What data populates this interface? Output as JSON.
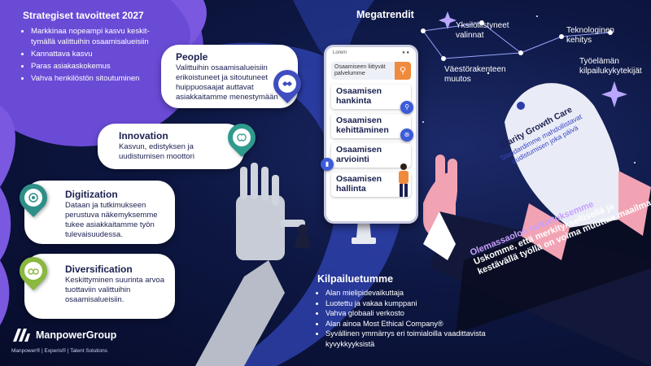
{
  "strategic_goals": {
    "title": "Strategiset tavoitteet 2027",
    "items": [
      "Markkinaa nopeampi kasvu keskit-tymällä valittuihin osaamisalueisiin",
      "Kannattava kasvu",
      "Paras asiakaskokemus",
      "Vahva henkilöstön sitoutuminen"
    ]
  },
  "pillars": {
    "people": {
      "title": "People",
      "desc": "Valittuihin osaamisalueisiin erikoistuneet ja sitoutuneet huippuosaajat auttavat asiakkaitamme menestymään",
      "icon": "handshake-icon",
      "color": "#3f4dc0"
    },
    "innovation": {
      "title": "Innovation",
      "desc": "Kasvun, edistyksen ja uudistumisen moottori",
      "icon": "brain-icon",
      "color": "#2f9a8e"
    },
    "digitization": {
      "title": "Digitization",
      "desc": "Dataan ja tutkimukseen perustuva näkemyksemme tukee asiakkaitamme työn tulevaisuudessa.",
      "icon": "head-gear-icon",
      "color": "#2e8f88"
    },
    "diversification": {
      "title": "Diversification",
      "desc": "Keskittyminen suurinta arvoa tuottaviin valittuihin osaamisalueisiin.",
      "icon": "binoculars-icon",
      "color": "#8ab840"
    }
  },
  "megatrends": {
    "title": "Megatrendit",
    "items": [
      "Yksilöllistyneet valinnat",
      "Teknologinen kehitys",
      "Väestörakenteen muutos",
      "Työelämän kilpailukykytekijät"
    ]
  },
  "phone": {
    "brand": "Lorem",
    "search_text": "Osaamiseen liittyvät palvelumme",
    "items": [
      "Osaamisen hankinta",
      "Osaamisen kehittäminen",
      "Osaamisen arviointi",
      "Osaamisen hallinta"
    ]
  },
  "rocket": {
    "title": "Clarity Growth Care",
    "desc": "Standardimme mahdollistavat uudistumisen joka päivä"
  },
  "competitive": {
    "title": "Kilpailuetumme",
    "items": [
      "Alan mielipidevaikuttaja",
      "Luotettu ja vakaa kumppani",
      "Vahva globaali verkosto",
      "Alan ainoa Most Ethical Company®",
      "Syvällinen ymmärrys eri toimialoilla vaadittavista kyvykkyyksistä"
    ]
  },
  "purpose": {
    "title": "Olemassaolon tarkoituksemme",
    "text": "Uskomme, että merkityksellisellä ja kestävällä työllä on voima muuttaa maailmaa"
  },
  "logo": {
    "name": "ManpowerGroup",
    "brands": "Manpower®  |  Experis®  |  Talent Solutions"
  },
  "colors": {
    "navy": "#0d1742",
    "purple": "#6a4bd6",
    "orange": "#f08a3c",
    "pink": "#f2a3b3",
    "teal": "#2e8f88"
  }
}
